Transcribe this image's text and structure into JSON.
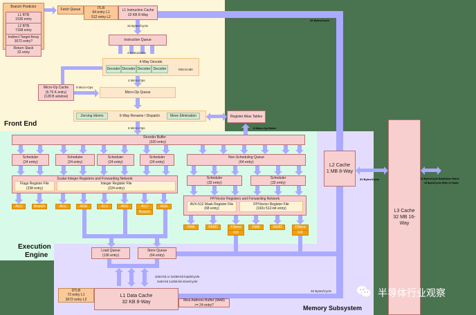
{
  "sections": {
    "front_end": "Front End",
    "execution_engine_line1": "Execution",
    "execution_engine_line2": "Engine",
    "memory_subsystem": "Memory Subsystem"
  },
  "front_end": {
    "branch_predictor": {
      "title": "Branch Predictor",
      "items": [
        {
          "name": "L1 BTB",
          "detail": "1536 entry"
        },
        {
          "name": "L2 BTB",
          "detail": "7168 entry"
        },
        {
          "name": "Indirect Target Array",
          "detail": "3072 entry?"
        },
        {
          "name": "Return Stack",
          "detail": "32 entry"
        }
      ]
    },
    "fetch_queue": "Fetch Queue",
    "itlb": {
      "title": "ITLB",
      "l1": "64 entry L1",
      "l2": "512 entry L2"
    },
    "l1_icache": {
      "title": "L1 Instruction Cache",
      "detail": "32 KB 8-Way"
    },
    "bw_32_bytes": "32 Bytes/Cycle",
    "instruction_queue": "Instruction Queue",
    "four_instructions": "4 Instructions",
    "decode": {
      "title": "4-Way Decode",
      "decoders": [
        "Decoder",
        "Decoder",
        "Decoder",
        "Decoder"
      ],
      "microcode": "Microcode"
    },
    "four_micro_ops": "4 Micro-Ops",
    "micro_op_cache": {
      "title": "Micro-Op Cache",
      "entries": "(6.75 K entry)",
      "window": "(128 B window)"
    },
    "nine_micro_ops": "9 Micro-Ops",
    "micro_op_queue": "Micro-Op Queue",
    "rename": {
      "zeroing": "Zeroing Idioms",
      "title": "6-Way Rename / Dispatch",
      "move_elim": "Move Elimination"
    },
    "register_alias_tables": "Register Alias Tables",
    "six_micro_ops": "6 Micro-Ops",
    "retire_label": "8 Micro-Op Retire",
    "l2_link_label": "32 Bytes/Cycle"
  },
  "execution": {
    "reorder_buffer": {
      "title": "Reorder Buffer",
      "entries": "(320 entry)"
    },
    "int_schedulers": [
      {
        "title": "Scheduler",
        "entries": "(24 entry)"
      },
      {
        "title": "Scheduler",
        "entries": "(24 entry)"
      },
      {
        "title": "Scheduler",
        "entries": "(24 entry)"
      },
      {
        "title": "Scheduler",
        "entries": "(24 entry)"
      }
    ],
    "scalar_network": "Scalar Integer Registers and Forwarding Network",
    "flags_rf": {
      "title": "Flags Register File",
      "entries": "(238 entry)"
    },
    "int_rf": {
      "title": "Integer Register File",
      "entries": "(224 entry)"
    },
    "int_units": [
      "ALU",
      "Branch",
      "ALU",
      "AGU",
      "ALU",
      "AGU",
      "ALU",
      "AGU"
    ],
    "int_unit_sub": "Branch",
    "non_sched_queue": {
      "title": "Non-Scheduling Queue",
      "entries": "(64 entry)"
    },
    "fp_schedulers": [
      {
        "title": "Scheduler",
        "entries": "(32 entry)"
      },
      {
        "title": "Scheduler",
        "entries": "(32 entry)"
      }
    ],
    "fp_network": "FP/Vector Registers and Forwarding Network",
    "mask_rf": {
      "title": "AVX-512 Mask Register File",
      "entries": "(68 entry)"
    },
    "fp_rf": {
      "title": "FP/Vector Register File",
      "entries": "(192x 512-bit entry)"
    },
    "fp_units": [
      "FMA",
      "FADD",
      "FStore",
      "FMA",
      "FADD",
      "FStore"
    ],
    "fp_unit_sub": "F2I"
  },
  "memory": {
    "load_queue": {
      "title": "Load Queue",
      "entries": "(136 entry)"
    },
    "store_queue": {
      "title": "Store Queue",
      "entries": "(64 entry)"
    },
    "load_store_bw_1": "3x64-bit or 2x256-bit loads/cycle",
    "load_store_bw_2": "2x64-bit 1x256-bit store/cycle",
    "dtlb": {
      "title": "DTLB",
      "l1": "72 entry L1",
      "l2": "3072 entry L2"
    },
    "l1_dcache": {
      "title": "L1 Data Cache",
      "detail": "32 KB 8-Way"
    },
    "mab": {
      "title": "Miss Address Buffer (MAB)",
      "entries": ">= 24 entry?"
    },
    "l1_l2_bw": "32 Bytes/Cycle",
    "l2_cache": {
      "title": "L2 Cache",
      "detail": "1 MB 8-Way"
    },
    "l2_l3_bw": "32 Bytes/Cycle",
    "l3_cache": {
      "title": "L3 Cache",
      "detail": "32 MB 16-Way"
    },
    "l3_fabric_1": "32 Bytes/Cycle Read/Store Fabric",
    "l3_fabric_2": "16 Bytes/Cycle Write to Fabric"
  },
  "watermark": "半导体行业观察"
}
